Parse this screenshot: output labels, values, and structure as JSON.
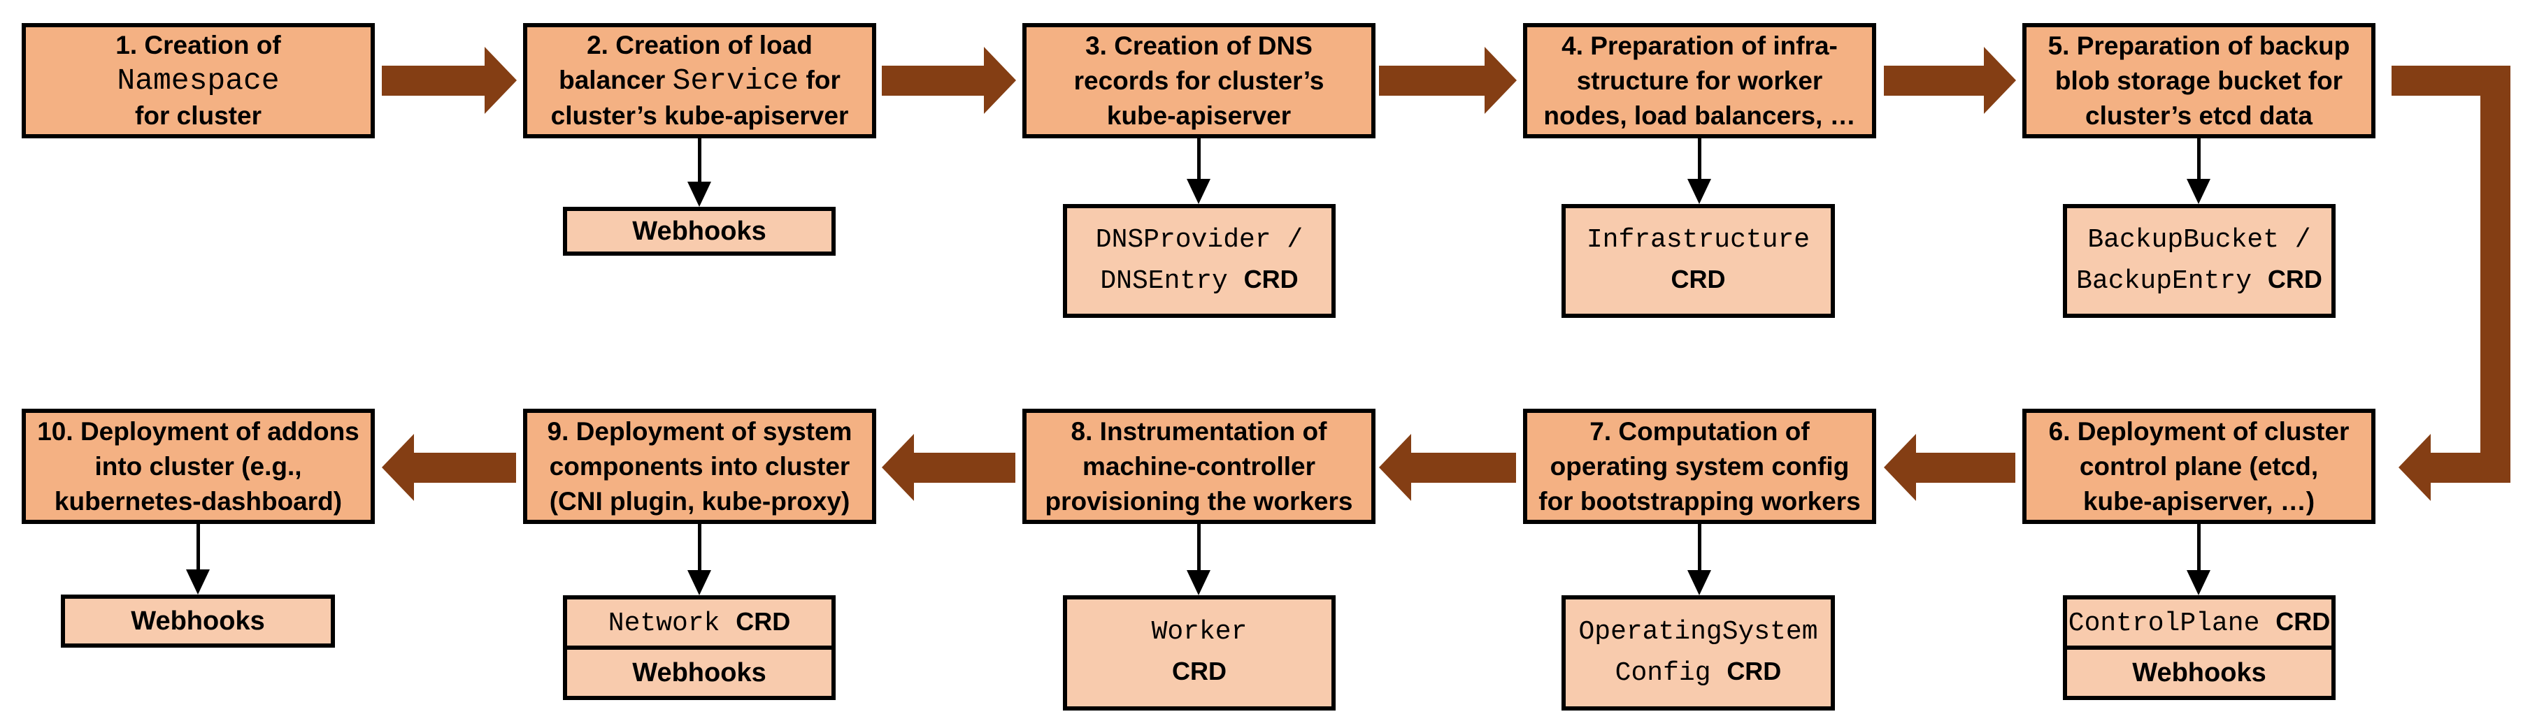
{
  "colors": {
    "step_fill": "#F4B183",
    "artifact_fill": "#F8CBAD",
    "arrow": "#843E14",
    "border": "#000000",
    "text": "#000000"
  },
  "steps": [
    {
      "id": 1,
      "lines": [
        {
          "sans": "1. Creation of"
        },
        {
          "mono": "Namespace"
        },
        {
          "sans": "for cluster"
        }
      ]
    },
    {
      "id": 2,
      "lines": [
        {
          "sans": "2. Creation of load"
        },
        {
          "sans_pre": "balancer ",
          "mono": "Service",
          "sans_post": " for"
        },
        {
          "sans": "cluster’s kube-apiserver"
        }
      ]
    },
    {
      "id": 3,
      "lines": [
        {
          "sans": "3. Creation of DNS"
        },
        {
          "sans": "records for cluster’s"
        },
        {
          "sans": "kube-apiserver"
        }
      ]
    },
    {
      "id": 4,
      "lines": [
        {
          "sans": "4. Preparation of infra-"
        },
        {
          "sans": "structure for worker"
        },
        {
          "sans": "nodes, load balancers, …"
        }
      ]
    },
    {
      "id": 5,
      "lines": [
        {
          "sans": "5. Preparation of backup"
        },
        {
          "sans": "blob storage bucket for"
        },
        {
          "sans": "cluster’s etcd data"
        }
      ]
    },
    {
      "id": 6,
      "lines": [
        {
          "sans": "6. Deployment of cluster"
        },
        {
          "sans": "control plane (etcd,"
        },
        {
          "sans": "kube-apiserver, …)"
        }
      ]
    },
    {
      "id": 7,
      "lines": [
        {
          "sans": "7. Computation of"
        },
        {
          "sans": "operating system config"
        },
        {
          "sans": "for bootstrapping workers"
        }
      ]
    },
    {
      "id": 8,
      "lines": [
        {
          "sans": "8. Instrumentation of"
        },
        {
          "sans": "machine-controller"
        },
        {
          "sans": "provisioning the workers"
        }
      ]
    },
    {
      "id": 9,
      "lines": [
        {
          "sans": "9. Deployment of system"
        },
        {
          "sans": "components into cluster"
        },
        {
          "sans": "(CNI plugin, kube-proxy)"
        }
      ]
    },
    {
      "id": 10,
      "lines": [
        {
          "sans": "10. Deployment of addons"
        },
        {
          "sans": "into cluster (e.g.,"
        },
        {
          "sans": "kubernetes-dashboard)"
        }
      ]
    }
  ],
  "artifacts": {
    "webhooks_step2": {
      "label": "Webhooks"
    },
    "dns_crd": {
      "line1_mono": "DNSProvider /",
      "line2_mono": "DNSEntry ",
      "line2_crd": "CRD"
    },
    "infrastructure_crd": {
      "line1_mono": "Infrastructure",
      "line2_crd": "CRD"
    },
    "backup_crd": {
      "line1_mono": "BackupBucket /",
      "line2_mono": "BackupEntry ",
      "line2_crd": "CRD"
    },
    "controlplane_crd": {
      "mono": "ControlPlane ",
      "crd": "CRD"
    },
    "webhooks_step6": {
      "label": "Webhooks"
    },
    "osc_crd": {
      "line1_mono": "OperatingSystem",
      "line2_mono": "Config ",
      "line2_crd": "CRD"
    },
    "worker_crd": {
      "line1_mono": "Worker",
      "line2_crd": "CRD"
    },
    "network_crd": {
      "mono": "Network ",
      "crd": "CRD"
    },
    "webhooks_step9": {
      "label": "Webhooks"
    },
    "webhooks_step10": {
      "label": "Webhooks"
    }
  }
}
